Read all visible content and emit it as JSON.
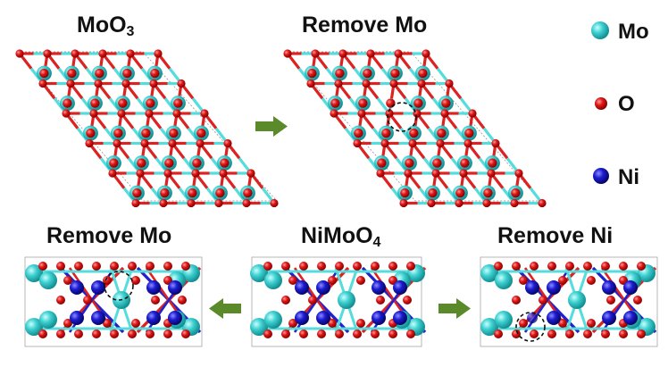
{
  "panels": {
    "top_left": {
      "title_main": "MoO",
      "title_sub": "3"
    },
    "top_right": {
      "title": "Remove Mo"
    },
    "bottom_left": {
      "title": "Remove Mo"
    },
    "bottom_mid": {
      "title_main": "NiMoO",
      "title_sub": "4"
    },
    "bottom_right": {
      "title": "Remove Ni"
    }
  },
  "legend": [
    {
      "label": "Mo",
      "color": "#33cccc"
    },
    {
      "label": "O",
      "color": "#dd1111"
    },
    {
      "label": "Ni",
      "color": "#1a1acc"
    }
  ],
  "colors": {
    "arrow": "#5a8a2a",
    "bond_mo": "#55dddd",
    "bond_o": "#dd2222",
    "bond_ni": "#2222cc"
  }
}
